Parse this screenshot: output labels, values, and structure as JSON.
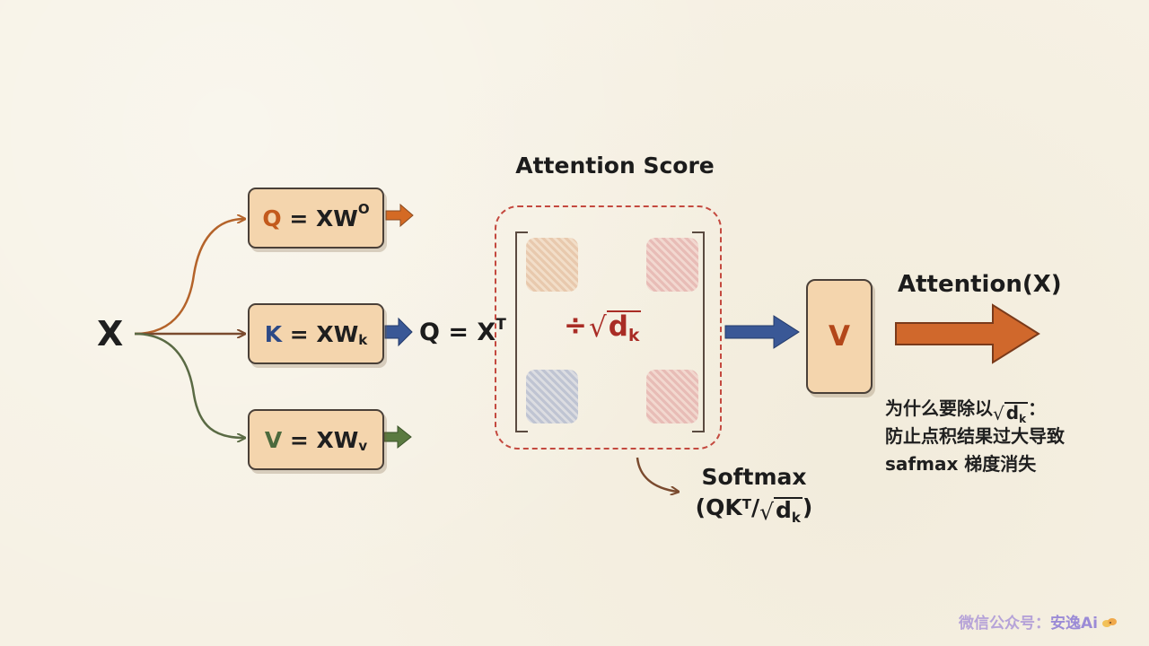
{
  "diagram": {
    "input": {
      "label": "X"
    },
    "projections": [
      {
        "id": "q",
        "letter": "Q",
        "eq": " = XW",
        "script": "O",
        "script_type": "sup",
        "color": "#c35a1c"
      },
      {
        "id": "k",
        "letter": "K",
        "eq": " = XW",
        "script": "k",
        "script_type": "sub",
        "color": "#2d4a86"
      },
      {
        "id": "v",
        "letter": "V",
        "eq": " = XW",
        "script": "v",
        "script_type": "sub",
        "color": "#4c6a3d"
      }
    ],
    "q_xt": {
      "text": "Q = X",
      "sup": "T"
    },
    "score": {
      "title": "Attention Score",
      "divide_sign": "÷",
      "sqrt_sign": "√",
      "d": "d",
      "k": "k",
      "border_color": "#c4493f",
      "text_color": "#a92c25"
    },
    "v_node": {
      "label": "V"
    },
    "output": {
      "label": "Attention(X)"
    },
    "softmax": {
      "title": "Softmax",
      "open": "(QK",
      "sup": "T",
      "slash": "/",
      "sqrt_sign": "√",
      "d": "d",
      "k": "k",
      "close": ")"
    },
    "note": {
      "prefix": "为什么要除以",
      "sqrt_sign": "√",
      "d": "d",
      "k": "k",
      "suffix": "：",
      "line2": "防止点积结果过大导致",
      "line3": "safmax 梯度消失"
    }
  },
  "watermark": {
    "prefix": "微信公众号：",
    "brand": "安逸Ai",
    "icon": "sprout-icon"
  }
}
